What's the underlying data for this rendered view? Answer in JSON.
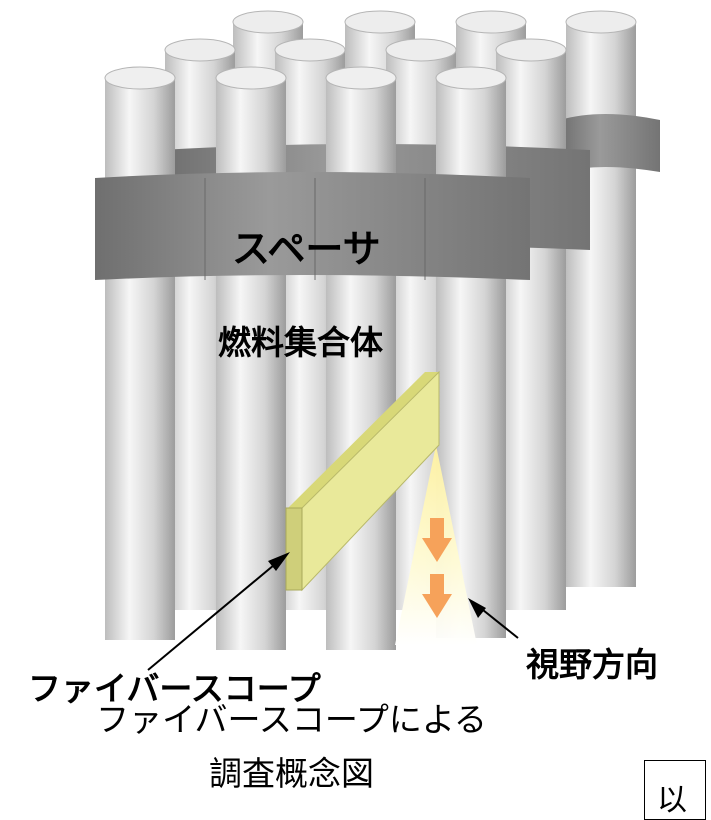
{
  "labels": {
    "spacer": "スペーサ",
    "fuel_assembly": "燃料集合体",
    "view_direction": "視野方向",
    "fiberscope": "ファイバースコープ"
  },
  "caption": {
    "line1": "ファイバースコープによる",
    "line2": "調査概念図"
  },
  "end_marker": "以",
  "colors": {
    "rod_light": "#f4f4f4",
    "rod_shadow": "#a6a6a6",
    "spacer": "#8a8a8a",
    "fiberscope": "#e8e890",
    "view_cone": "#fff4a8",
    "arrow": "#f6a25a"
  }
}
